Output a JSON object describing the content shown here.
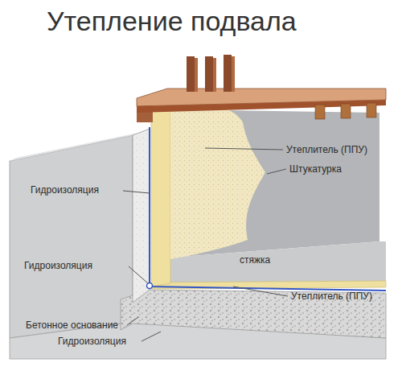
{
  "diagram": {
    "title": "Утепление подвала",
    "labels": [
      "Утеплитель (ППУ)",
      "Штукатурка",
      "Гидроизоляция",
      "стяжка",
      "Гидроизоляция",
      "Утеплитель (ППУ)",
      "Бетонное основание",
      "Гидроизоляция"
    ]
  }
}
